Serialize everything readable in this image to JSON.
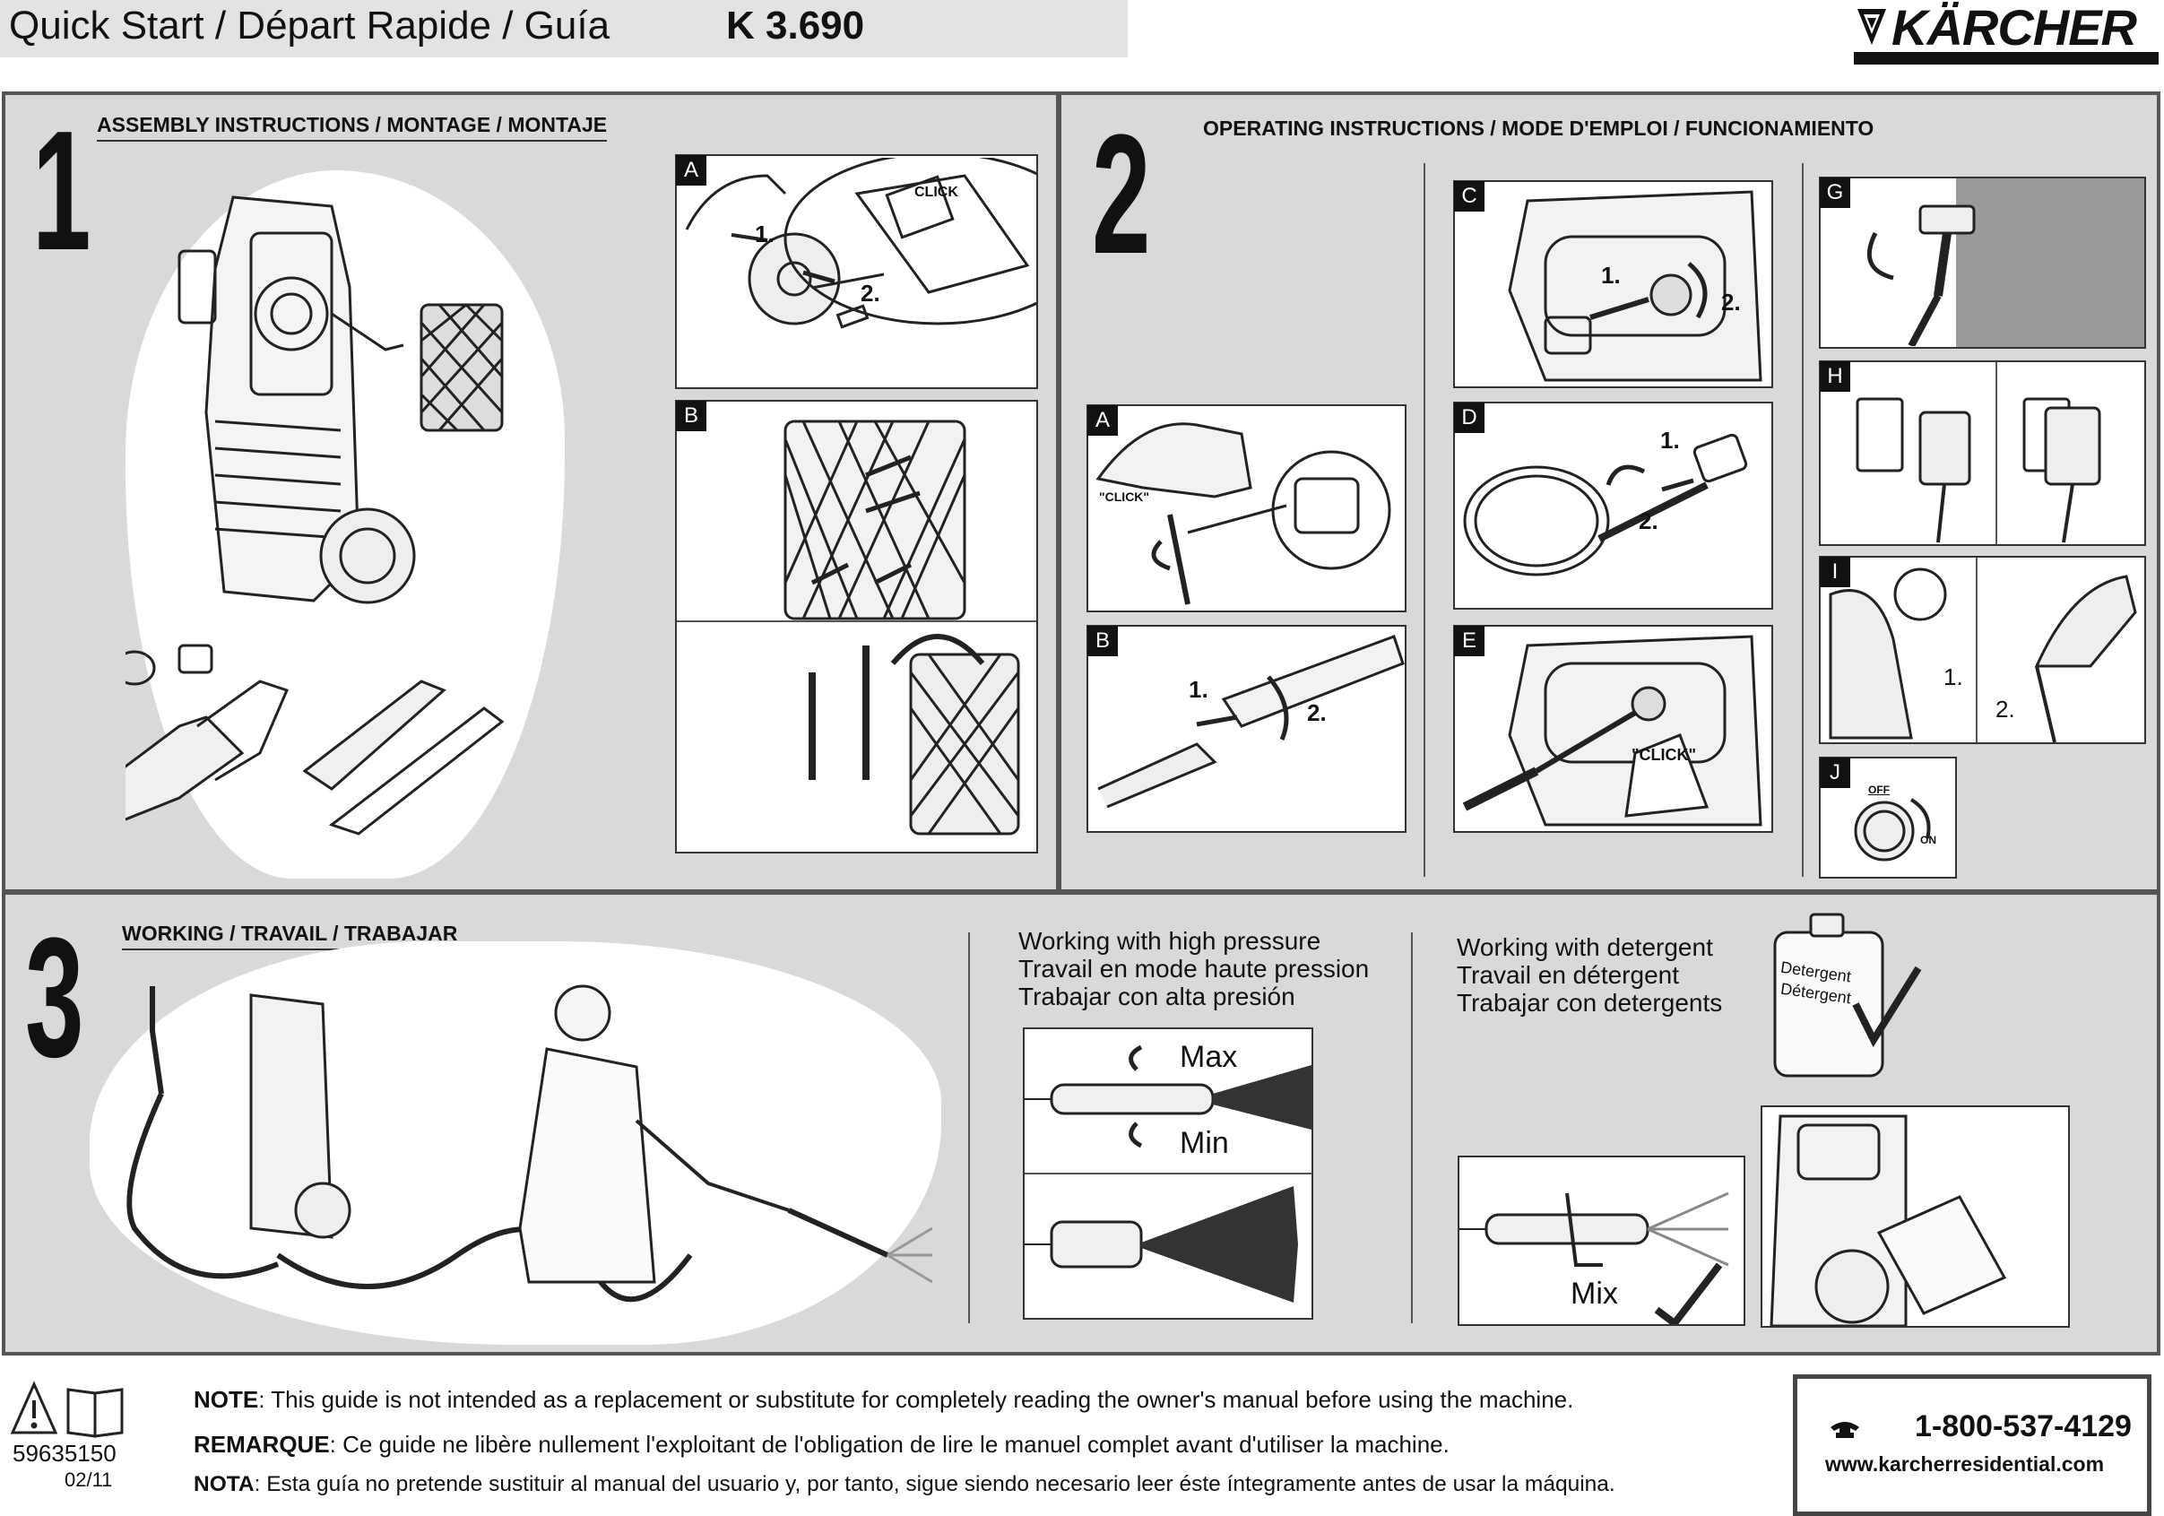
{
  "header": {
    "title": "Quick Start / Départ Rapide / Guía",
    "model": "K 3.690",
    "brand": "KÄRCHER"
  },
  "section1": {
    "number": "1",
    "title": "ASSEMBLY INSTRUCTIONS / MONTAGE / MONTAJE",
    "panels": [
      {
        "label": "A",
        "click": "CLICK",
        "step1": "1.",
        "step2": "2."
      },
      {
        "label": "B"
      }
    ]
  },
  "section2": {
    "number": "2",
    "title": "OPERATING INSTRUCTIONS / MODE D'EMPLOI / FUNCIONAMIENTO",
    "panels": {
      "A": {
        "label": "A",
        "click": "\"CLICK\""
      },
      "B": {
        "label": "B",
        "step1": "1.",
        "step2": "2."
      },
      "C": {
        "label": "C",
        "step1": "1.",
        "step2": "2."
      },
      "D": {
        "label": "D",
        "step1": "1.",
        "step2": "2."
      },
      "E": {
        "label": "E",
        "click": "\"CLICK\""
      },
      "G": {
        "label": "G"
      },
      "H": {
        "label": "H"
      },
      "I": {
        "label": "I",
        "step1": "1.",
        "step2": "2."
      },
      "J": {
        "label": "J",
        "off": "OFF",
        "on": "ON"
      }
    }
  },
  "section3": {
    "number": "3",
    "title": "WORKING / TRAVAIL / TRABAJAR",
    "high_pressure": {
      "line1": "Working with high pressure",
      "line2": "Travail en mode haute pression",
      "line3": "Trabajar con alta presión",
      "max": "Max",
      "min": "Min"
    },
    "detergent": {
      "line1": "Working with detergent",
      "line2": "Travail en détergent",
      "line3": "Trabajar con detergents",
      "jug_label1": "Detergent",
      "jug_label2": "Détergent",
      "mix": "Mix"
    }
  },
  "footer": {
    "part_number": "59635150",
    "date": "02/11",
    "note_en_label": "NOTE",
    "note_en": ": This guide is not intended as a replacement or substitute for completely reading the owner's manual before using the machine.",
    "note_fr_label": "REMARQUE",
    "note_fr": ": Ce guide ne libère nullement l'exploitant de l'obligation de lire le manuel complet avant d'utiliser la machine.",
    "note_es_label": "NOTA",
    "note_es": ": Esta guía no pretende sustituir al manual del usuario y, por tanto, sigue siendo necesario leer éste íntegramente antes de usar la máquina.",
    "phone": "1-800-537-4129",
    "website": "www.karcherresidential.com"
  },
  "colors": {
    "background": "#d9d9d9",
    "panel": "#ffffff",
    "ink": "#111111"
  }
}
